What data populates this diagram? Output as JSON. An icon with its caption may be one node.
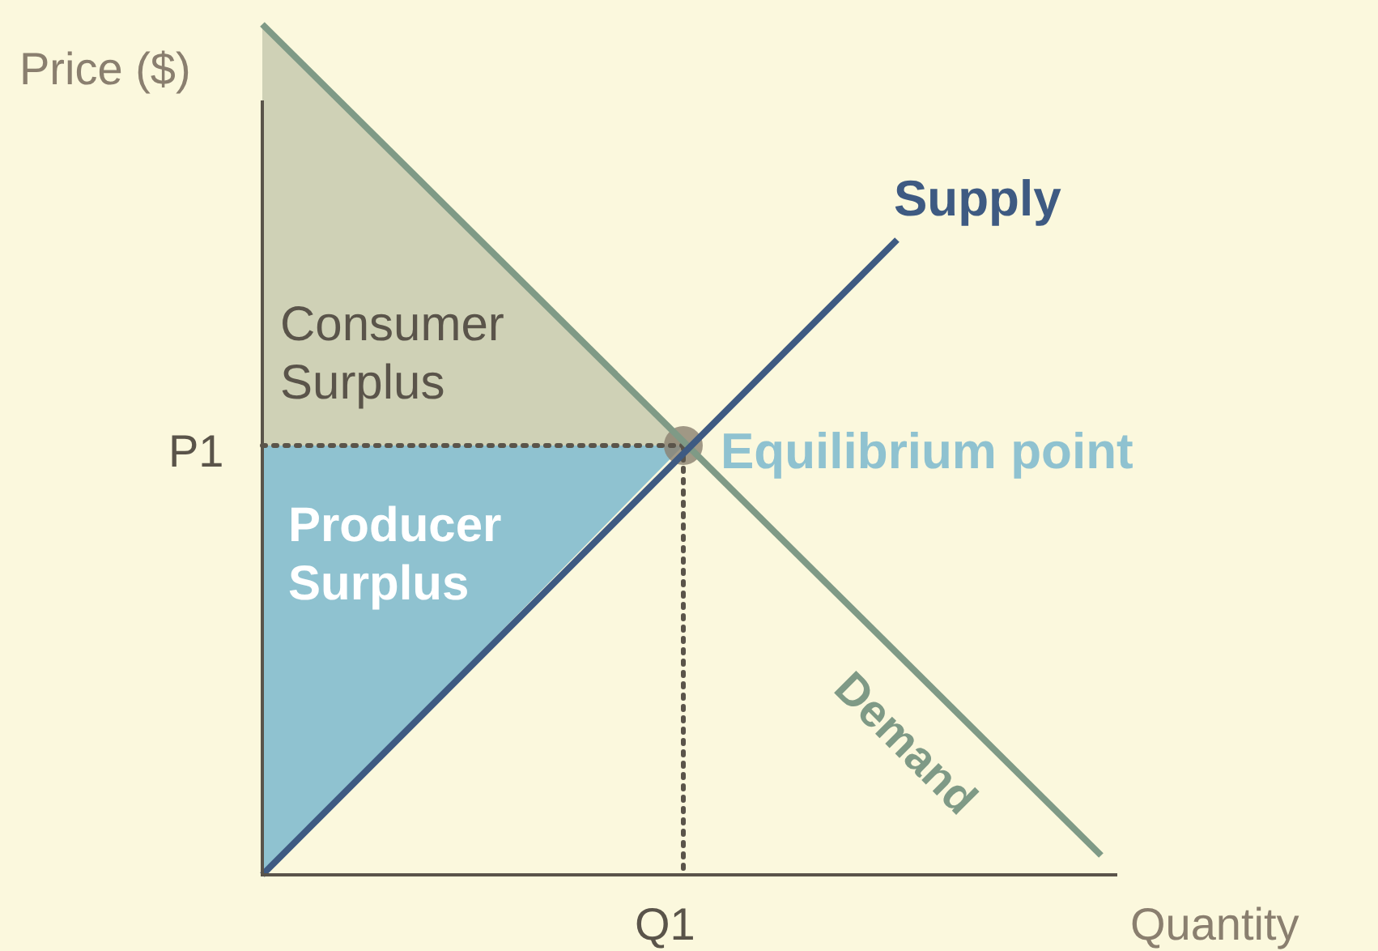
{
  "diagram": {
    "nodes": [
      {
        "text": [
          "Consumer Surplus"
        ]
      },
      {
        "text": [
          "Producer Surplus"
        ]
      },
      {
        "text": [],
        "shape": "circle",
        "beside": [
          "Equilibrium point"
        ]
      }
    ],
    "labels": [
      "Price ($)",
      "Supply",
      "P1",
      "Demand",
      "Q1",
      "Quantity"
    ]
  }
}
